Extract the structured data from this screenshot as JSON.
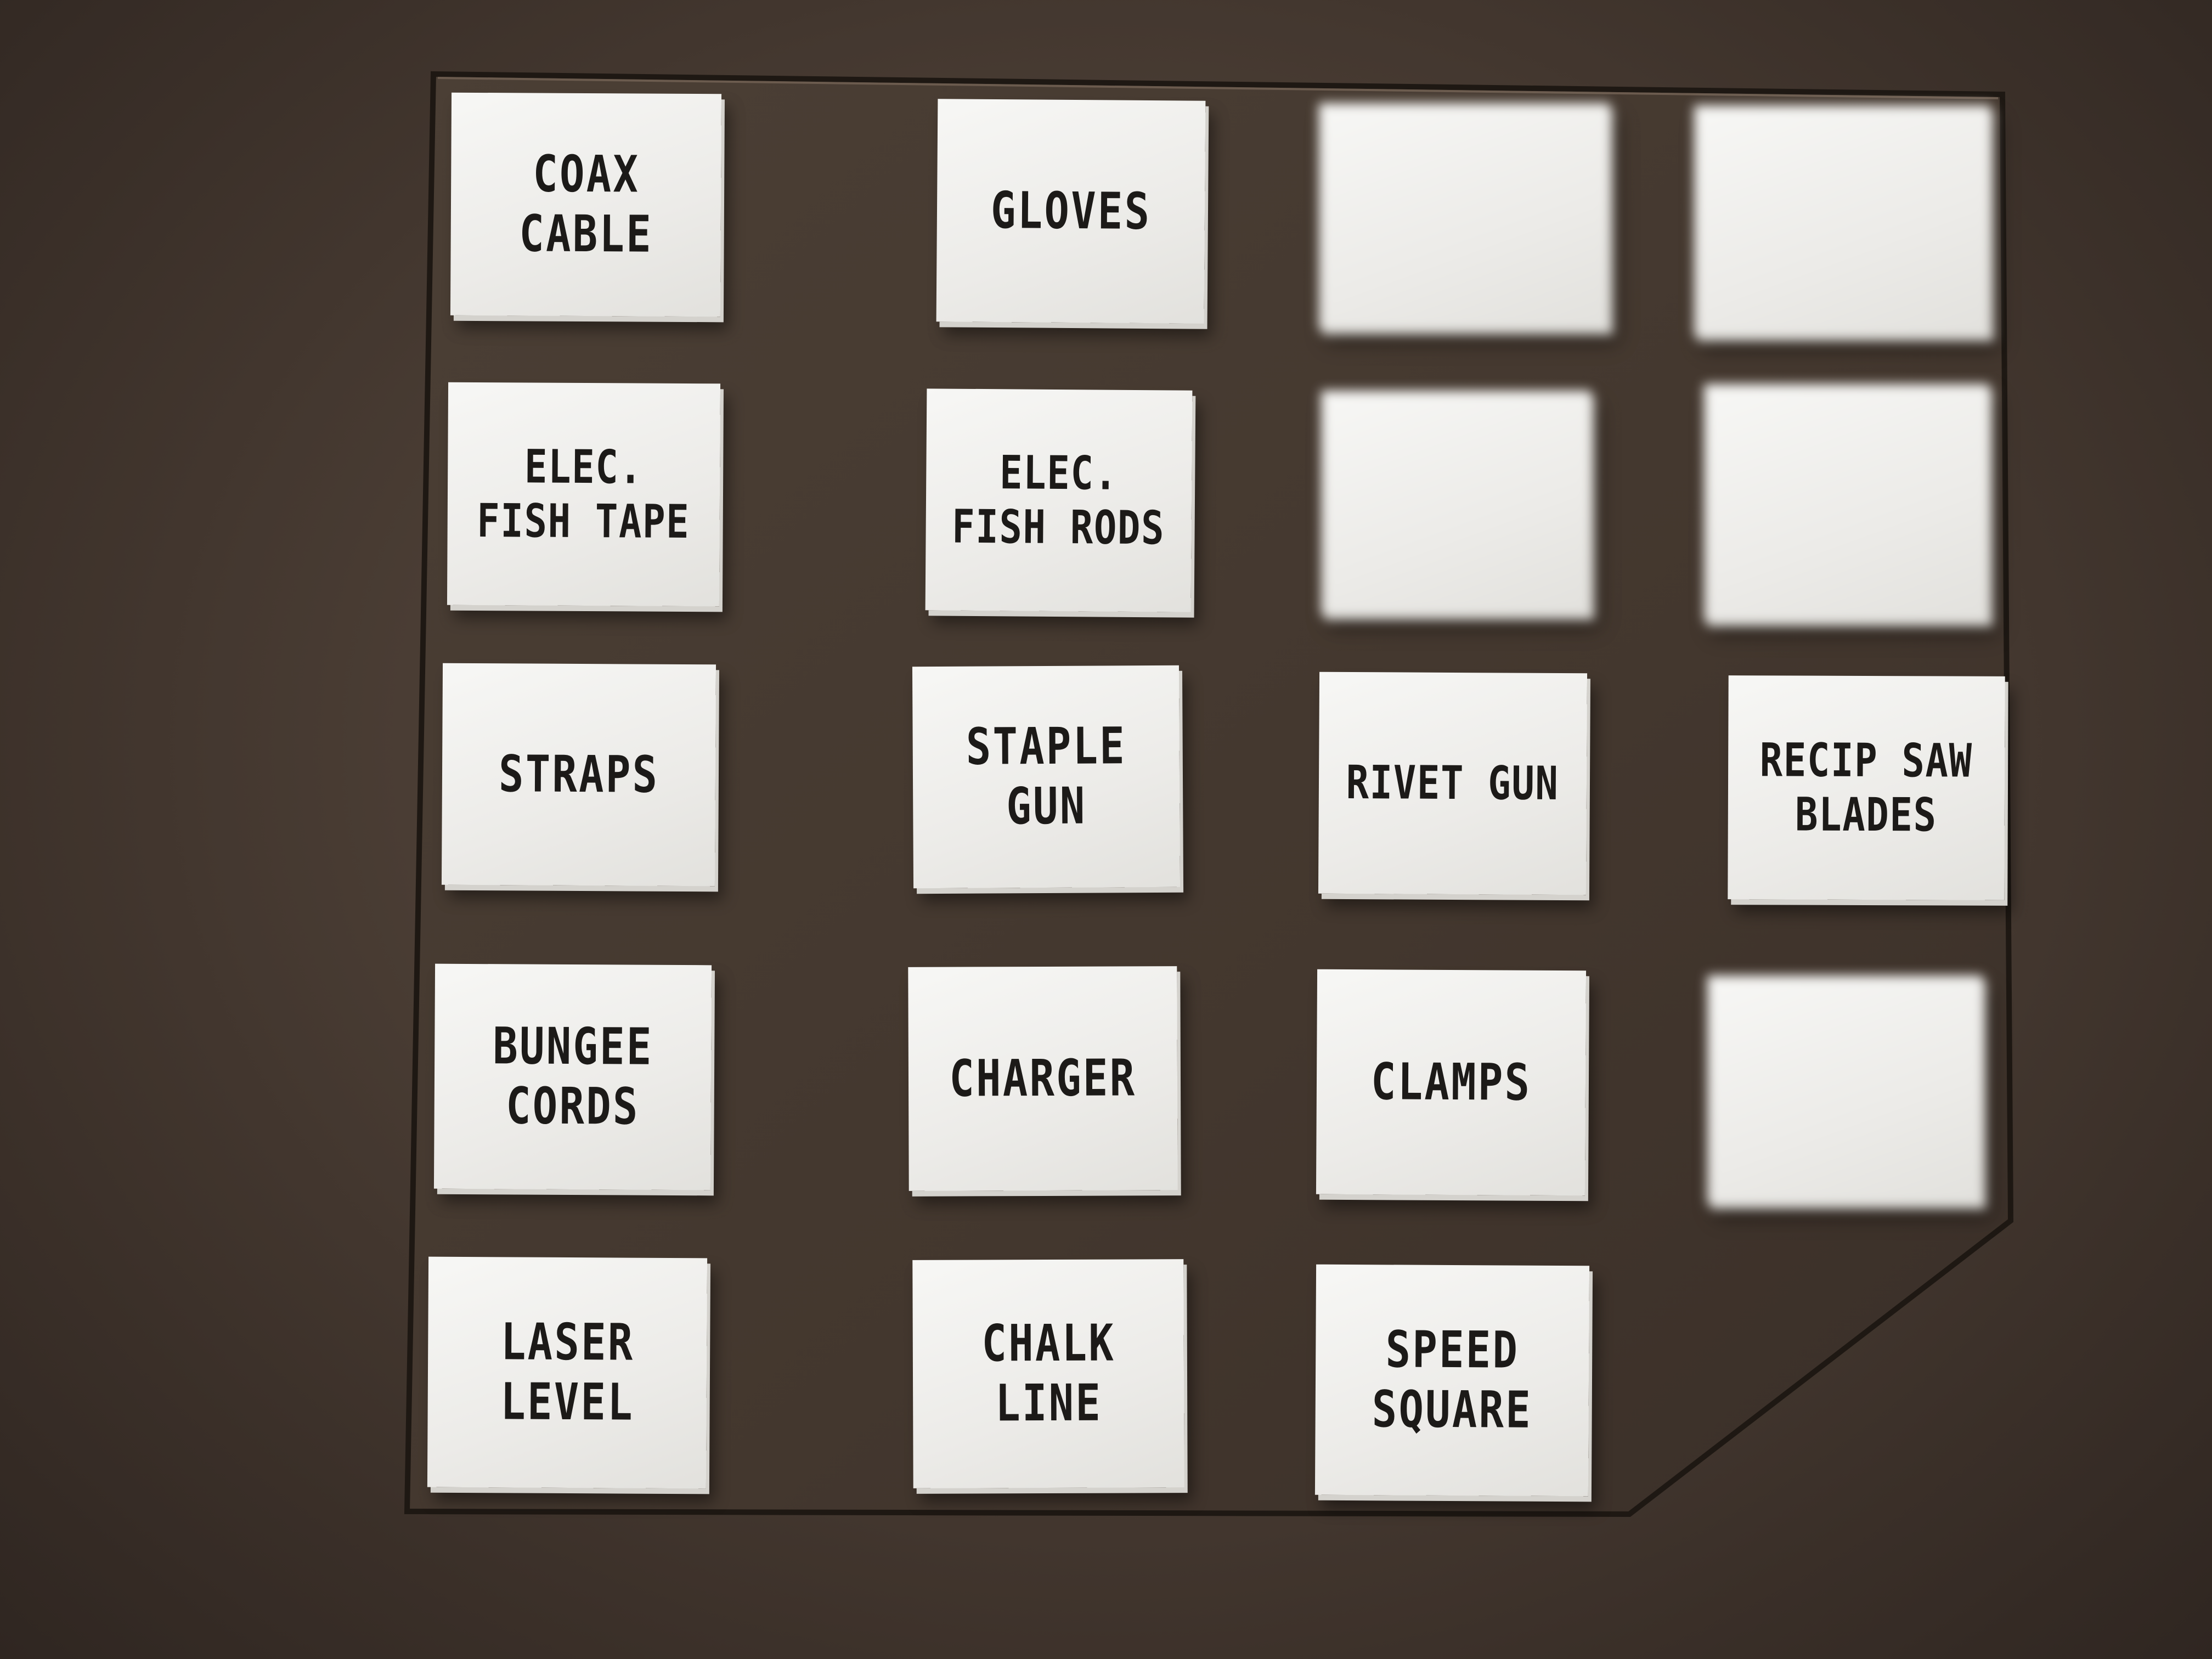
{
  "tiles": [
    {
      "id": "coax-cable",
      "text": "COAX\nCABLE"
    },
    {
      "id": "gloves",
      "text": "GLOVES"
    },
    {
      "id": "blurred-1",
      "text": ""
    },
    {
      "id": "blurred-2",
      "text": ""
    },
    {
      "id": "elec-fish-tape",
      "text": "ELEC.\nFISH TAPE"
    },
    {
      "id": "elec-fish-rods",
      "text": "ELEC.\nFISH RODS"
    },
    {
      "id": "blurred-3",
      "text": ""
    },
    {
      "id": "blurred-4",
      "text": ""
    },
    {
      "id": "straps",
      "text": "STRAPS"
    },
    {
      "id": "staple-gun",
      "text": "STAPLE\nGUN"
    },
    {
      "id": "rivet-gun",
      "text": "RIVET GUN"
    },
    {
      "id": "recip-saw-blades",
      "text": "RECIP SAW\nBLADES"
    },
    {
      "id": "bungee-cords",
      "text": "BUNGEE\nCORDS"
    },
    {
      "id": "charger",
      "text": "CHARGER"
    },
    {
      "id": "clamps",
      "text": "CLAMPS"
    },
    {
      "id": "blurred-5",
      "text": ""
    },
    {
      "id": "laser-level",
      "text": "LASER\nLEVEL"
    },
    {
      "id": "chalk-line",
      "text": "CHALK\nLINE"
    },
    {
      "id": "speed-square",
      "text": "SPEED\nSQUARE"
    }
  ]
}
